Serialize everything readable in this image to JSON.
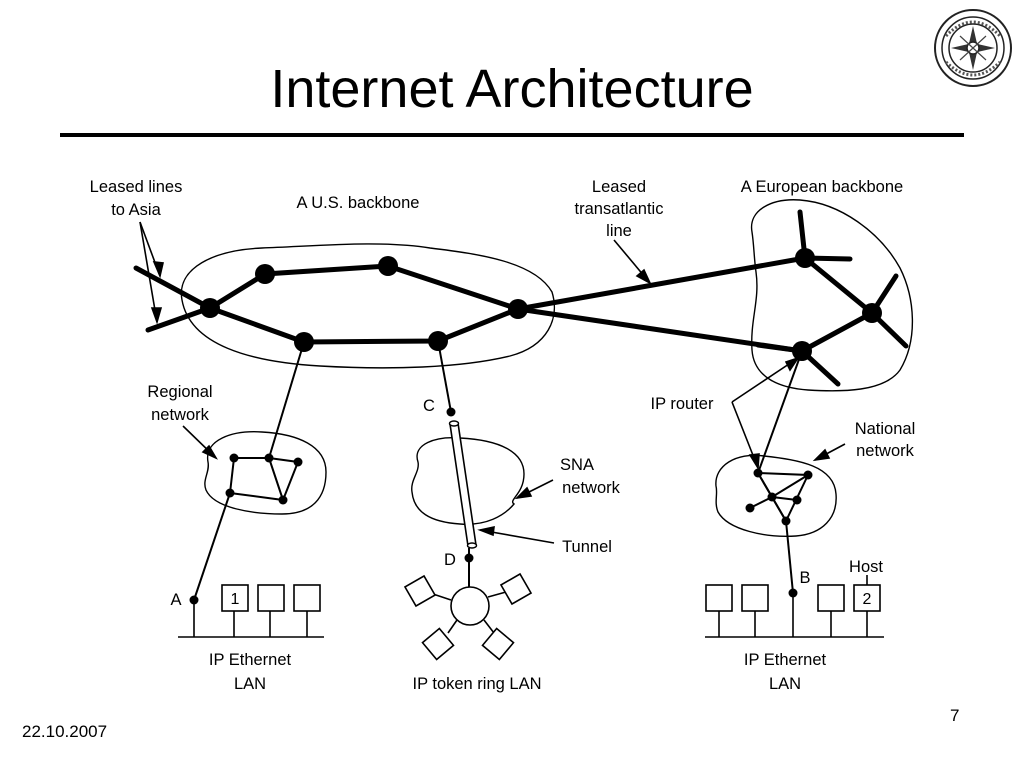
{
  "slide": {
    "title": "Internet Architecture",
    "date": "22.10.2007",
    "page_number": "7"
  },
  "logo": {
    "description_icon": "institute-seal-icon"
  },
  "diagram": {
    "leased_lines_asia": [
      "Leased lines",
      "to Asia"
    ],
    "us_backbone": "A U.S. backbone",
    "leased_transatlantic": [
      "Leased",
      "transatlantic",
      "line"
    ],
    "european_backbone": "A European backbone",
    "regional_network": [
      "Regional",
      "network"
    ],
    "point_c": "C",
    "ip_router": "IP router",
    "national_network": [
      "National",
      "network"
    ],
    "sna_network": [
      "SNA",
      "network"
    ],
    "tunnel": "Tunnel",
    "point_d": "D",
    "point_b": "B",
    "host": "Host",
    "point_a": "A",
    "host_1": "1",
    "host_2": "2",
    "ip_ethernet_lan_left": [
      "IP Ethernet",
      "LAN"
    ],
    "ip_token_ring_lan": "IP token ring LAN",
    "ip_ethernet_lan_right": [
      "IP Ethernet",
      "LAN"
    ]
  }
}
